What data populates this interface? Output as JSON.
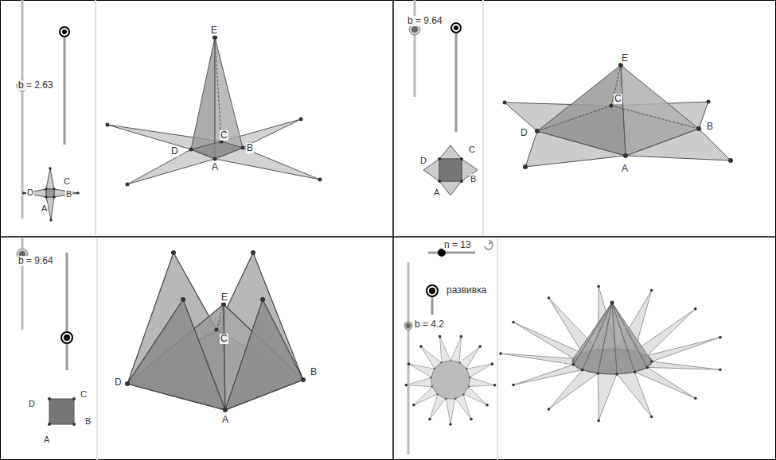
{
  "diagram": {
    "labels": [
      "b = 2.63",
      "E",
      "D",
      "C",
      "B",
      "A",
      "C",
      "D",
      "B",
      "A",
      "b = 9.64",
      "E",
      "C",
      "D",
      "B",
      "A",
      "D",
      "C",
      "A",
      "B",
      "b = 9.64",
      "E",
      "C",
      "D",
      "A",
      "B",
      "D",
      "C",
      "A",
      "B",
      "n = 13",
      "развивка",
      "b = 4.2"
    ]
  }
}
